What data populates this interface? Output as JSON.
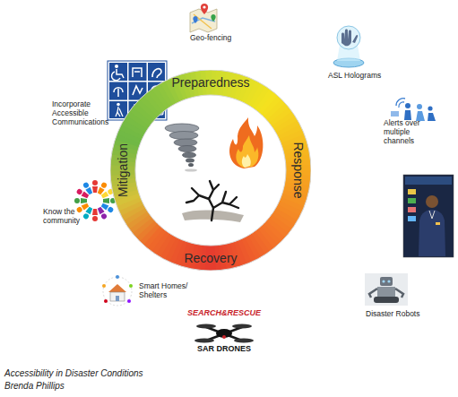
{
  "diagram": {
    "caption": "Accessibility in Disaster Conditions",
    "nodes": [
      {
        "text": [
          "Preparedness",
          "Response",
          "Recovery",
          "Mitigation"
        ]
      }
    ],
    "labels": [
      "Geo-fencing",
      "ASL Holograms",
      "Incorporate Accessible Communications",
      "Alerts over multiple channels",
      "Know the community",
      "Smart Homes/ Shelters",
      "Disaster Robots",
      "SEARCH&RESCUE",
      "SAR DRONES",
      "Brenda Phillips"
    ]
  }
}
